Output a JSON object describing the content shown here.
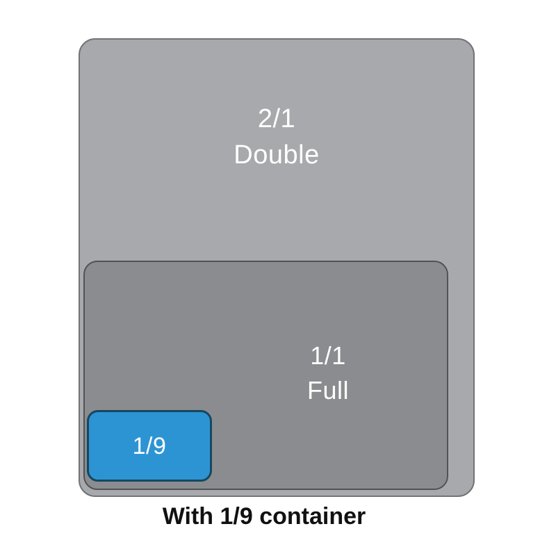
{
  "caption": "With 1/9 container",
  "containers": {
    "double": {
      "size": "2/1",
      "name": "Double",
      "color": "#a7a9ac"
    },
    "full": {
      "size": "1/1",
      "name": "Full",
      "color": "#8a8c8f"
    },
    "ninth": {
      "size": "1/9",
      "name": "",
      "color": "#2d94d4"
    }
  }
}
